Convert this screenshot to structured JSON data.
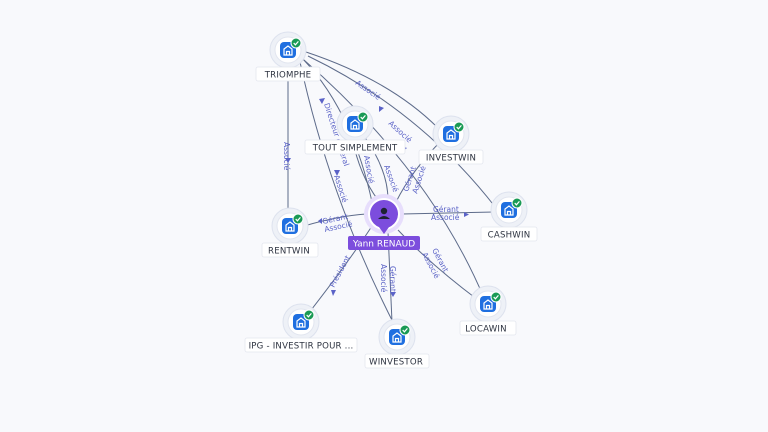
{
  "colors": {
    "edge": "#5d6b8a",
    "edge_label": "#5b63c7",
    "company_icon": "#1f6fe0",
    "verified_badge": "#1a9a55",
    "person_accent": "#7c4ddd",
    "background": "#f8f9fc"
  },
  "person": {
    "name": "Yann RENAUD",
    "icon": "person-icon"
  },
  "companies": [
    {
      "id": "triomphe",
      "name": "TRIOMPHE",
      "icon": "building-icon",
      "verified": true
    },
    {
      "id": "tout-simplement",
      "name": "TOUT SIMPLEMENT",
      "icon": "building-icon",
      "verified": true
    },
    {
      "id": "investwin",
      "name": "INVESTWIN",
      "icon": "building-icon",
      "verified": true
    },
    {
      "id": "cashwin",
      "name": "CASHWIN",
      "icon": "building-icon",
      "verified": true
    },
    {
      "id": "rentwin",
      "name": "RENTWIN",
      "icon": "building-icon",
      "verified": true
    },
    {
      "id": "ipg",
      "name": "IPG - INVESTIR POUR ...",
      "icon": "building-icon",
      "verified": true
    },
    {
      "id": "winvestor",
      "name": "WINVESTOR",
      "icon": "building-icon",
      "verified": true
    },
    {
      "id": "locawin",
      "name": "LOCAWIN",
      "icon": "building-icon",
      "verified": true
    }
  ],
  "relations": [
    {
      "from": "triomphe",
      "to": "rentwin",
      "labels": [
        "Associé"
      ]
    },
    {
      "from": "triomphe",
      "to": "person",
      "labels": [
        "Directeur général"
      ]
    },
    {
      "from": "triomphe",
      "to": "investwin",
      "labels": [
        "Associé"
      ]
    },
    {
      "from": "triomphe",
      "to": "cashwin",
      "labels": [
        "Associé"
      ]
    },
    {
      "from": "tout-simplement",
      "to": "person",
      "labels": [
        "Associé"
      ]
    },
    {
      "from": "tout-simplement",
      "to": "person",
      "labels": [
        "Associé"
      ]
    },
    {
      "from": "investwin",
      "to": "person",
      "labels": [
        "Gérant",
        "Associé"
      ]
    },
    {
      "from": "cashwin",
      "to": "person",
      "labels": [
        "Gérant",
        "Associé"
      ]
    },
    {
      "from": "rentwin",
      "to": "person",
      "labels": [
        "Gérant",
        "Associé"
      ]
    },
    {
      "from": "ipg",
      "to": "person",
      "labels": [
        "Président"
      ]
    },
    {
      "from": "winvestor",
      "to": "person",
      "labels": [
        "Gérant",
        "Associé"
      ]
    },
    {
      "from": "locawin",
      "to": "person",
      "labels": [
        "Gérant",
        "Associé"
      ]
    },
    {
      "from": "triomphe",
      "to": "winvestor",
      "labels": [
        "Associé"
      ]
    },
    {
      "from": "triomphe",
      "to": "locawin",
      "labels": []
    }
  ]
}
